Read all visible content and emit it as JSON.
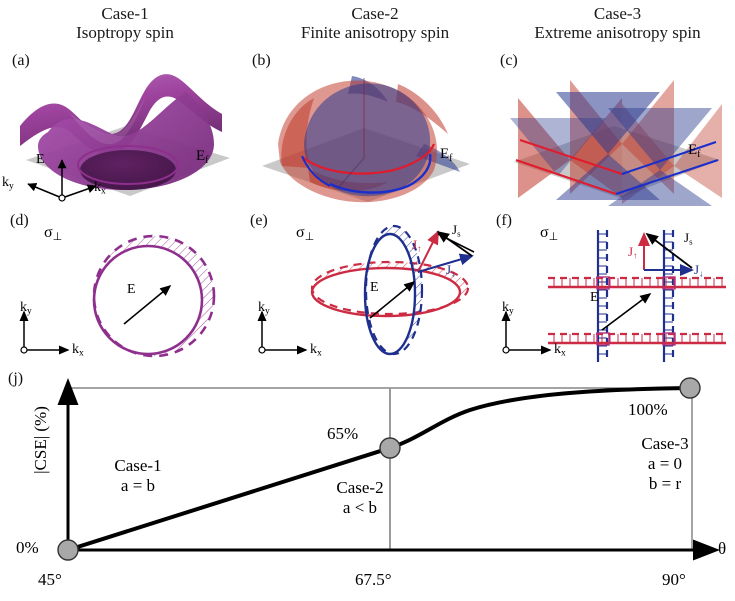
{
  "figure": {
    "columns": [
      {
        "title_line1": "Case-1",
        "title_line2": "Isoptropy spin"
      },
      {
        "title_line1": "Case-2",
        "title_line2": "Finite anisotropy spin"
      },
      {
        "title_line1": "Case-3",
        "title_line2": "Extreme anisotropy spin"
      }
    ],
    "panels": {
      "a": {
        "label": "(a)",
        "fermi_label": "E",
        "fermi_sub": "f",
        "axis_e": "E",
        "axis_kx": "k",
        "axis_kx_sub": "x",
        "axis_ky": "k",
        "axis_ky_sub": "y"
      },
      "b": {
        "label": "(b)",
        "fermi_label": "E",
        "fermi_sub": "f"
      },
      "c": {
        "label": "(c)",
        "fermi_label": "E",
        "fermi_sub": "f"
      },
      "d": {
        "label": "(d)",
        "sigma": "σ",
        "sigma_sub": "⊥",
        "field": "E",
        "axis_kx": "k",
        "axis_kx_sub": "x",
        "axis_ky": "k",
        "axis_ky_sub": "y"
      },
      "e": {
        "label": "(e)",
        "sigma": "σ",
        "sigma_sub": "⊥",
        "field": "E",
        "axis_kx": "k",
        "axis_kx_sub": "x",
        "axis_ky": "k",
        "axis_ky_sub": "y",
        "j_up": "J",
        "j_up_sub": "↑",
        "j_down": "J",
        "j_down_sub": "↓",
        "j_s": "J",
        "j_s_sub": "s"
      },
      "f": {
        "label": "(f)",
        "sigma": "σ",
        "sigma_sub": "⊥",
        "field": "E",
        "axis_kx": "k",
        "axis_kx_sub": "x",
        "axis_ky": "k",
        "axis_ky_sub": "y",
        "j_up": "J",
        "j_up_sub": "↑",
        "j_down": "J",
        "j_down_sub": "↓",
        "j_s": "J",
        "j_s_sub": "s"
      },
      "j": {
        "label": "(j)"
      }
    },
    "colors": {
      "purple": "#8e2f8e",
      "red": "#cc2b44",
      "blue": "#1f2f8f",
      "surface_red": "#c0392b",
      "surface_blue": "#2b3a8f",
      "plane_gray": "#c9c9c9",
      "marker_gray": "#a8a8a8",
      "gridline_gray": "#9b9b9b",
      "axis_black": "#000000"
    }
  },
  "chart_data": {
    "type": "line",
    "title": "",
    "xlabel": "θ",
    "ylabel": "|CSE| (%)",
    "x": [
      45,
      67.5,
      90
    ],
    "y": [
      0,
      65,
      100
    ],
    "xlim": [
      45,
      90
    ],
    "ylim": [
      0,
      100
    ],
    "xtick_labels": [
      "45°",
      "67.5°",
      "90°"
    ],
    "xticks": [
      45,
      67.5,
      90
    ],
    "point_labels": [
      "0%",
      "65%",
      "100%"
    ],
    "markers": [
      {
        "x": 45,
        "y": 0,
        "label": "0%"
      },
      {
        "x": 67.5,
        "y": 65,
        "label": "65%"
      },
      {
        "x": 90,
        "y": 100,
        "label": "100%"
      }
    ],
    "gridlines": {
      "vertical_at": [
        67.5
      ],
      "horizontal": false
    },
    "legend": "none",
    "annotations": [
      {
        "lines": [
          "Case-1",
          "a = b"
        ],
        "region": "left"
      },
      {
        "lines": [
          "Case-2",
          "a < b"
        ],
        "region": "middle"
      },
      {
        "lines": [
          "Case-3",
          "a = 0",
          "b = r"
        ],
        "region": "right"
      }
    ],
    "annotation_case1_line1": "Case-1",
    "annotation_case1_line2": "a = b",
    "annotation_case2_line1": "Case-2",
    "annotation_case2_line2": "a < b",
    "annotation_case3_line1": "Case-3",
    "annotation_case3_line2": "a = 0",
    "annotation_case3_line3": "b = r",
    "label_0pct": "0%",
    "label_65pct": "65%",
    "label_100pct": "100%",
    "tick_45": "45°",
    "tick_675": "67.5°",
    "tick_90": "90°",
    "axis_theta": "θ",
    "axis_y": "|CSE| (%)"
  }
}
